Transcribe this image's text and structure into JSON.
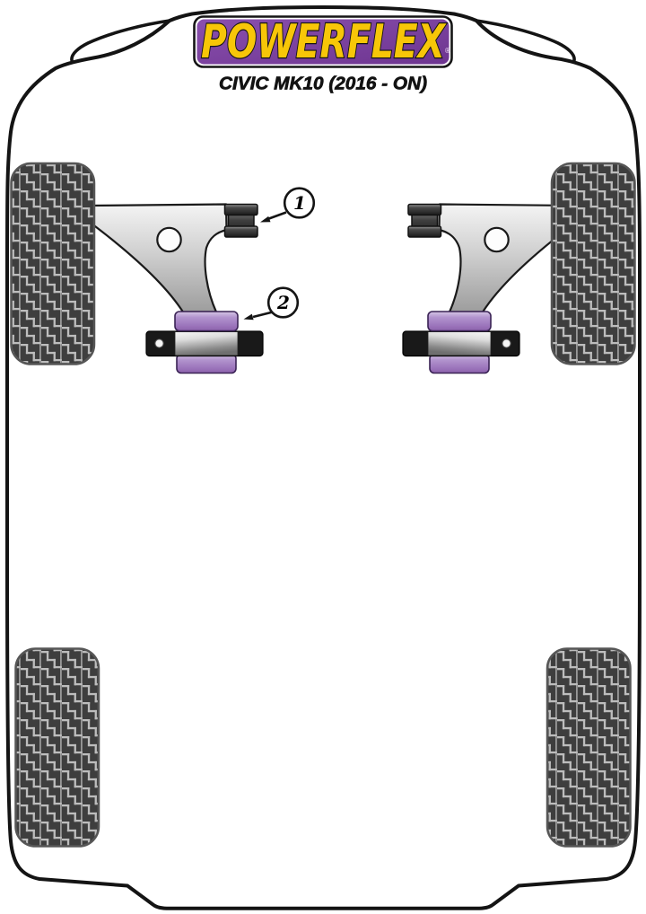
{
  "title": {
    "logo": "POWERFLEX",
    "registered": "®",
    "model": "CIVIC MK10 (2016 - ON)"
  },
  "callouts": [
    {
      "number": "1"
    },
    {
      "number": "2"
    }
  ],
  "colors": {
    "logo_bg": "#7b3f9d",
    "logo_text": "#f7c608",
    "bush_purple": "#9a6cbd",
    "bush_black": "#2a2a2a",
    "outline": "#141414",
    "arm_gray": "#d8d8d8",
    "tread_dark": "#3e3e3e"
  }
}
